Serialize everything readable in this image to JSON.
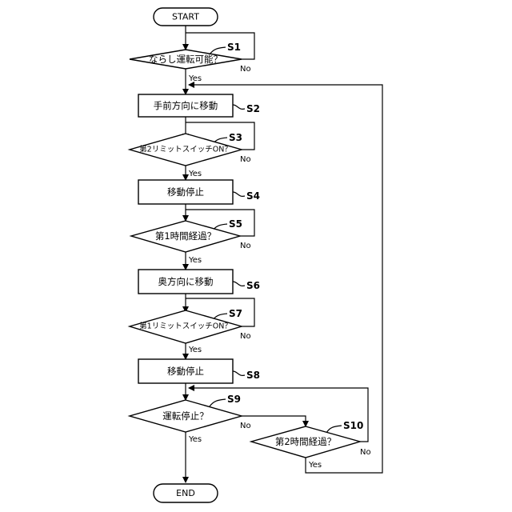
{
  "flowchart": {
    "start": "START",
    "end": "END",
    "s1": {
      "id": "S1",
      "text": "ならし運転可能？"
    },
    "s2": {
      "id": "S2",
      "text": "手前方向に移動"
    },
    "s3": {
      "id": "S3",
      "text": "第2リミットスイッチON？"
    },
    "s4": {
      "id": "S4",
      "text": "移動停止"
    },
    "s5": {
      "id": "S5",
      "text": "第1時間経過？"
    },
    "s6": {
      "id": "S6",
      "text": "奥方向に移動"
    },
    "s7": {
      "id": "S7",
      "text": "第1リミットスイッチON？"
    },
    "s8": {
      "id": "S8",
      "text": "移動停止"
    },
    "s9": {
      "id": "S9",
      "text": "運転停止？"
    },
    "s10": {
      "id": "S10",
      "text": "第2時間経過？"
    },
    "yes": "Yes",
    "no": "No"
  }
}
